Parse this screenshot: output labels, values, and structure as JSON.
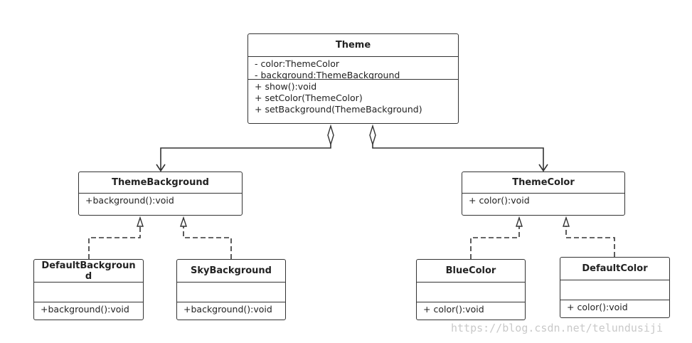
{
  "classes": {
    "theme": {
      "name": "Theme",
      "attributes": [
        "- color:ThemeColor",
        "- background:ThemeBackground"
      ],
      "methods": [
        "+ show():void",
        "+ setColor(ThemeColor)",
        "+ setBackground(ThemeBackground)"
      ]
    },
    "theme_background": {
      "name": "ThemeBackground",
      "attributes": [
        "+background():void"
      ],
      "methods": []
    },
    "theme_color": {
      "name": "ThemeColor",
      "attributes": [
        "+ color():void"
      ],
      "methods": []
    },
    "default_background": {
      "name": "DefaultBackground",
      "attributes": [],
      "methods": [
        "+background():void"
      ]
    },
    "sky_background": {
      "name": "SkyBackground",
      "attributes": [],
      "methods": [
        "+background():void"
      ]
    },
    "blue_color": {
      "name": "BlueColor",
      "attributes": [],
      "methods": [
        "+ color():void"
      ]
    },
    "default_color": {
      "name": "DefaultColor",
      "attributes": [],
      "methods": [
        "+ color():void"
      ]
    }
  },
  "relations": [
    {
      "type": "aggregation",
      "from": "theme",
      "to": "theme_background"
    },
    {
      "type": "aggregation",
      "from": "theme",
      "to": "theme_color"
    },
    {
      "type": "realization",
      "from": "default_background",
      "to": "theme_background"
    },
    {
      "type": "realization",
      "from": "sky_background",
      "to": "theme_background"
    },
    {
      "type": "realization",
      "from": "blue_color",
      "to": "theme_color"
    },
    {
      "type": "realization",
      "from": "default_color",
      "to": "theme_color"
    }
  ],
  "colors": {
    "line": "#333333",
    "watermark": "#c9c9c9"
  },
  "watermark": "https://blog.csdn.net/telundusiji"
}
